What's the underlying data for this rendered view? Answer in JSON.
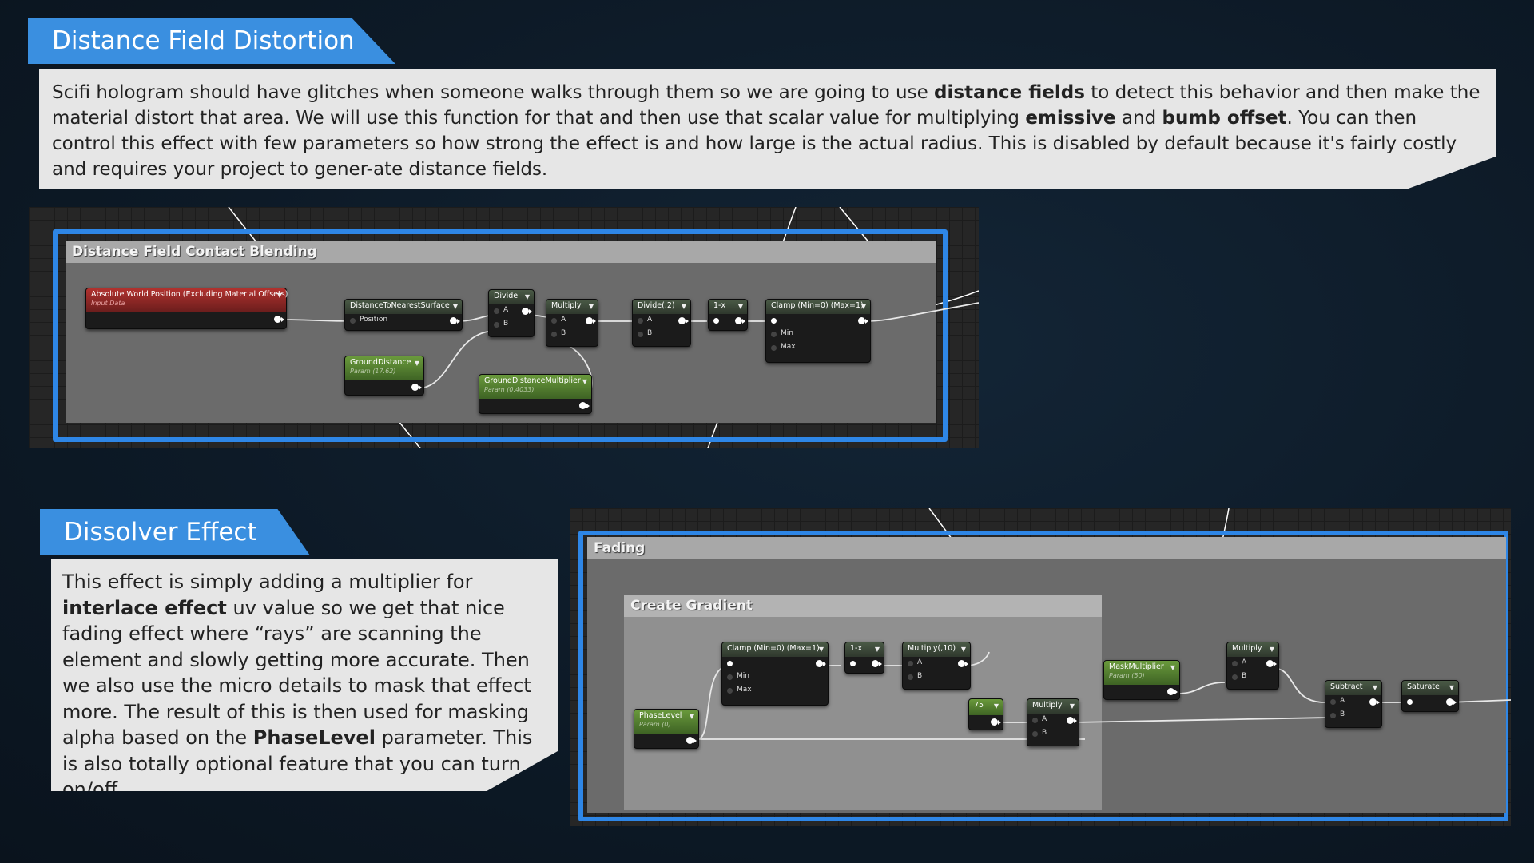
{
  "sections": {
    "distance": {
      "title": "Distance Field Distortion",
      "paragraph": [
        {
          "t": "Scifi hologram should have glitches when someone walks through them so we are going to use ",
          "b": false
        },
        {
          "t": "distance fields",
          "b": true
        },
        {
          "t": " to detect this behavior and then make the material distort that area. We will use this function for that and then use that scalar value for multiplying ",
          "b": false
        },
        {
          "t": "emissive",
          "b": true
        },
        {
          "t": " and ",
          "b": false
        },
        {
          "t": "bumb offset",
          "b": true
        },
        {
          "t": ". You can then control this effect with few parameters so how strong the effect is and how large is the actual radius. This is disabled by default because it's fairly costly and requires your project to gener-ate distance fields.",
          "b": false
        }
      ]
    },
    "dissolver": {
      "title": "Dissolver Effect",
      "paragraph": [
        {
          "t": "This effect is simply adding a multiplier for ",
          "b": false
        },
        {
          "t": "interlace effect",
          "b": true
        },
        {
          "t": " uv value so we get that nice fading effect where “rays” are scanning the element and slowly getting more accurate. Then we also use the micro details to mask that effect more. The result of this is then used for masking alpha based on the ",
          "b": false
        },
        {
          "t": "PhaseLevel",
          "b": true
        },
        {
          "t": " parameter. This is also totally optional feature that you can turn on/off.",
          "b": false
        }
      ]
    }
  },
  "graph1": {
    "comment": "Distance Field Contact Blending",
    "nodes": {
      "abs_world": {
        "title": "Absolute World Position (Excluding Material Offsets)",
        "sub": "Input Data"
      },
      "dist_nearest": {
        "title": "DistanceToNearestSurface",
        "pin": "Position"
      },
      "ground_distance": {
        "title": "GroundDistance",
        "sub": "Param (17.62)"
      },
      "divide": {
        "title": "Divide",
        "a": "A",
        "b": "B"
      },
      "ground_mult": {
        "title": "GroundDistanceMultiplier",
        "sub": "Param (0.4033)"
      },
      "multiply": {
        "title": "Multiply",
        "a": "A",
        "b": "B"
      },
      "divide2": {
        "title": "Divide(,2)",
        "a": "A",
        "b": "B"
      },
      "one_minus": {
        "title": "1-x"
      },
      "clamp": {
        "title": "Clamp (Min=0) (Max=1)",
        "min": "Min",
        "max": "Max"
      }
    }
  },
  "graph2": {
    "comment": "Fading",
    "inner_comment": "Create Gradient",
    "nodes": {
      "clamp": {
        "title": "Clamp (Min=0) (Max=1)",
        "min": "Min",
        "max": "Max"
      },
      "one_minus": {
        "title": "1-x"
      },
      "multiply10": {
        "title": "Multiply(,10)",
        "a": "A",
        "b": "B"
      },
      "phase_level": {
        "title": "PhaseLevel",
        "sub": "Param (0)"
      },
      "const75": {
        "title": "75"
      },
      "multiply_a": {
        "title": "Multiply",
        "a": "A",
        "b": "B"
      },
      "mask_mult": {
        "title": "MaskMultiplier",
        "sub": "Param (50)"
      },
      "multiply_b": {
        "title": "Multiply",
        "a": "A",
        "b": "B"
      },
      "subtract": {
        "title": "Subtract",
        "a": "A",
        "b": "B"
      },
      "saturate": {
        "title": "Saturate"
      }
    }
  }
}
